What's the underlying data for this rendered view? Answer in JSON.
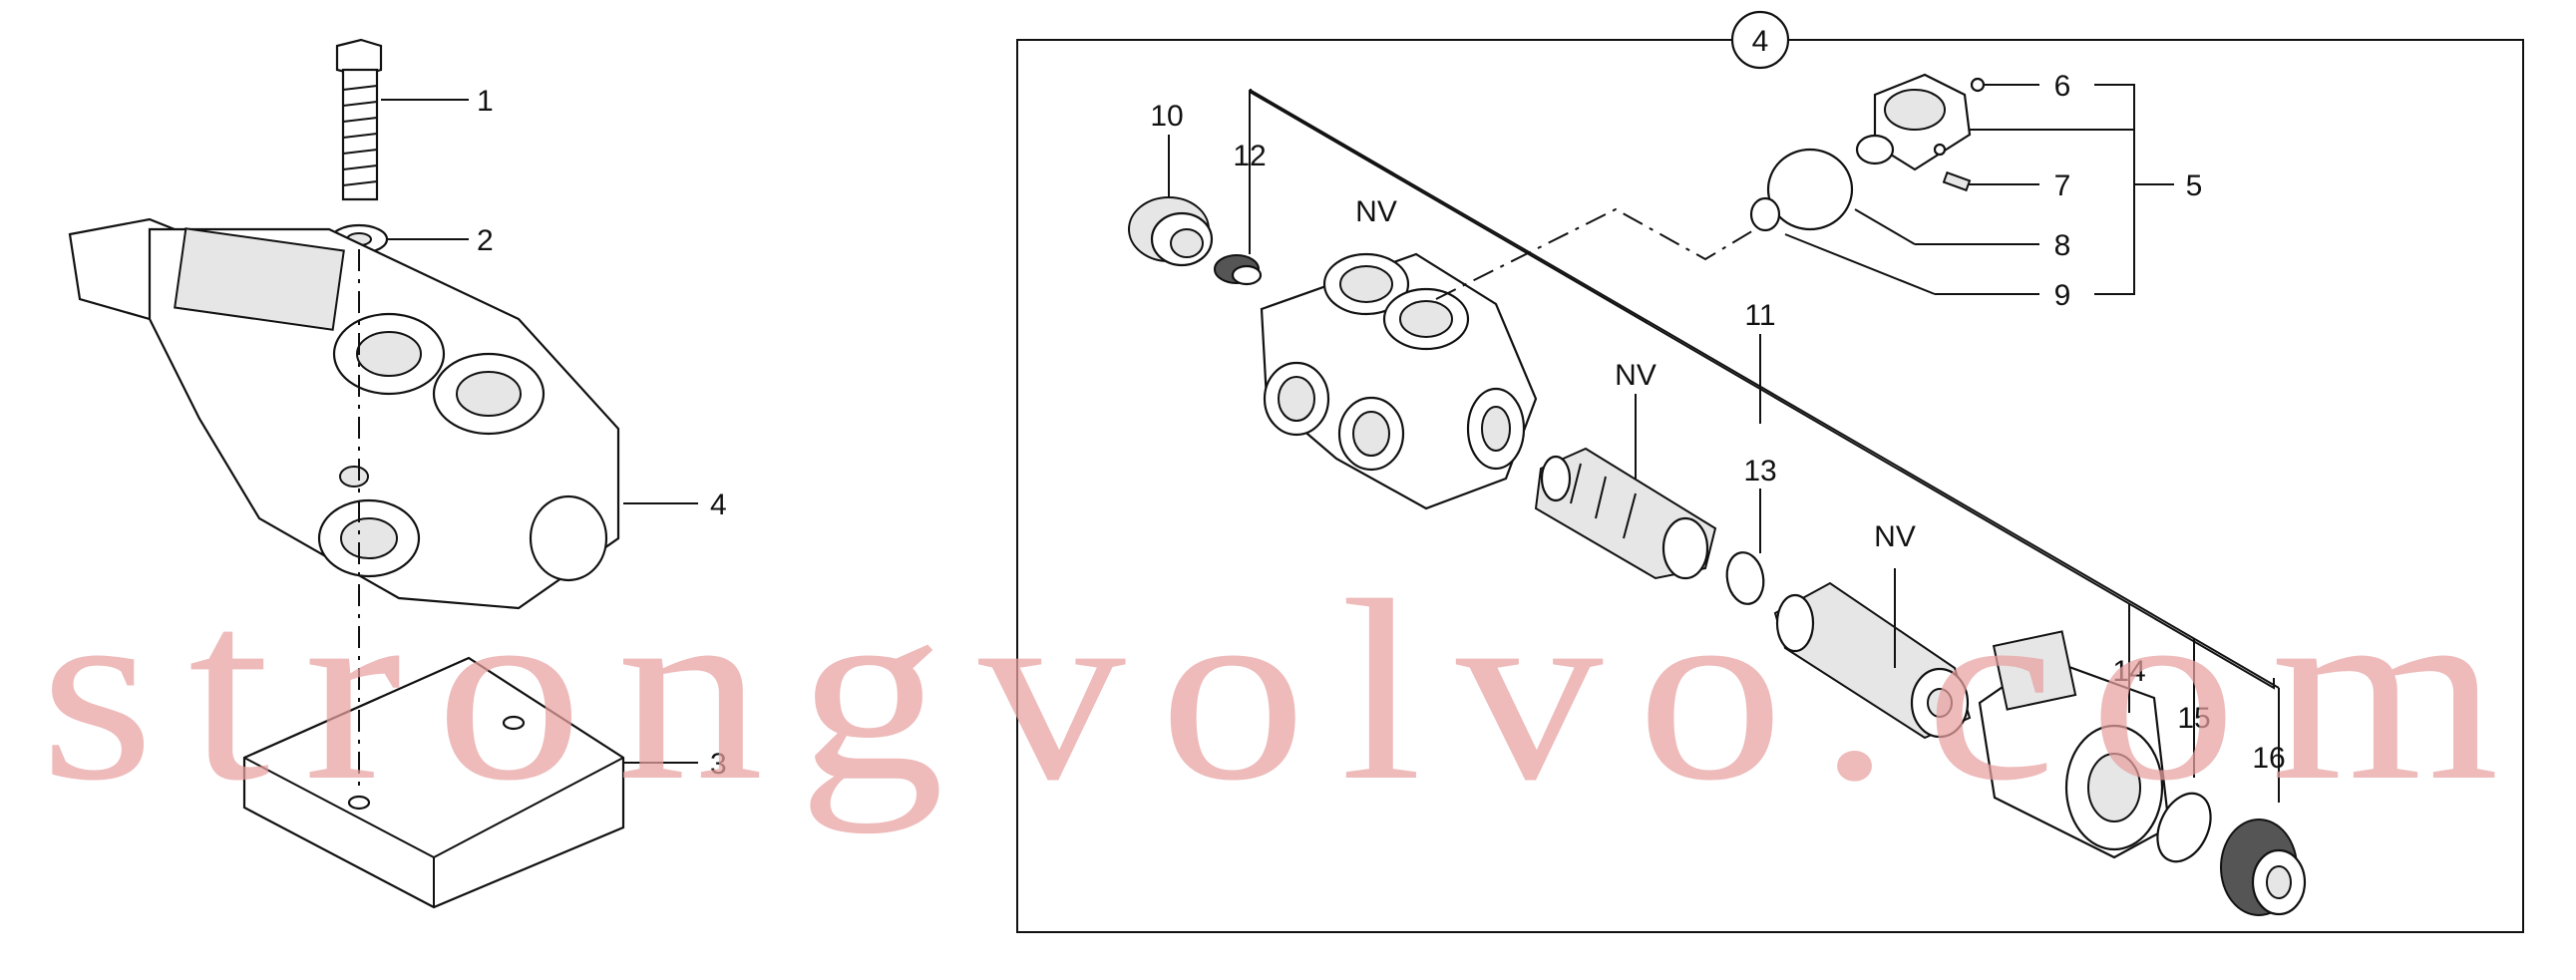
{
  "callouts": {
    "c1": "1",
    "c2": "2",
    "c3": "3",
    "c4": "4",
    "c5": "5",
    "c6": "6",
    "c7": "7",
    "c8": "8",
    "c9": "9",
    "c10": "10",
    "c11": "11",
    "c12": "12",
    "c13": "13",
    "c14": "14",
    "c15": "15",
    "c16": "16",
    "frame_badge": "4"
  },
  "notes": {
    "nv1": "NV",
    "nv2": "NV",
    "nv3": "NV"
  },
  "watermark": "strongvolvo.com"
}
